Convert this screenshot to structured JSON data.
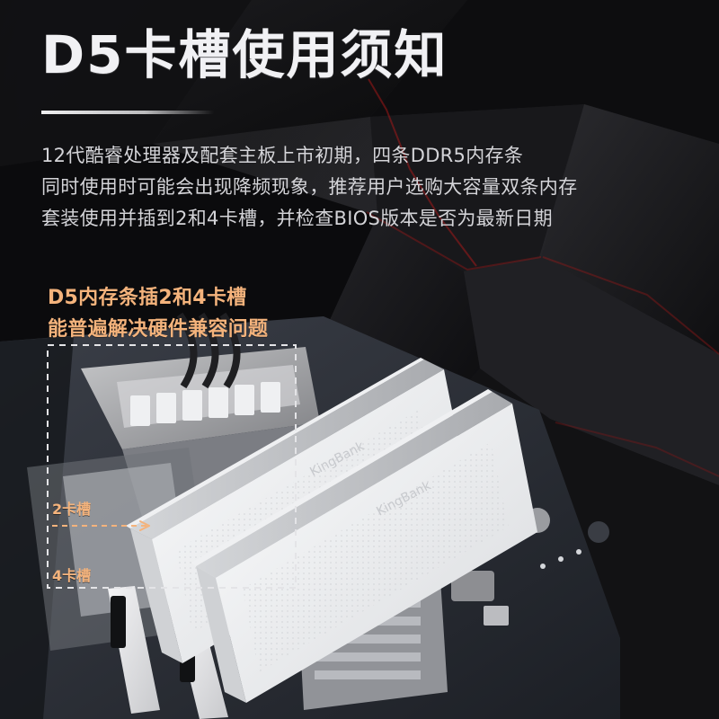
{
  "header": {
    "title": "D5卡槽使用须知"
  },
  "intro": {
    "lines": [
      "12代酷睿处理器及配套主板上市初期，四条DDR5内存条",
      "同时使用时可能会出现降频现象，推荐用户选购大容量双条内存",
      "套装使用并插到2和4卡槽，并检查BIOS版本是否为最新日期"
    ]
  },
  "callout": {
    "lines": [
      "D5内存条插2和4卡槽",
      "能普遍解决硬件兼容问题"
    ]
  },
  "slots": {
    "slot2": "2卡槽",
    "slot4": "4卡槽"
  },
  "product": {
    "module_brand": "KingBank"
  },
  "colors": {
    "background": "#0b0b0d",
    "title": "#f1f1f4",
    "body_text": "#d4d4d8",
    "accent": "#f4b37c",
    "red_glow": "#b51a1a",
    "module_white": "#f1f2f4"
  }
}
